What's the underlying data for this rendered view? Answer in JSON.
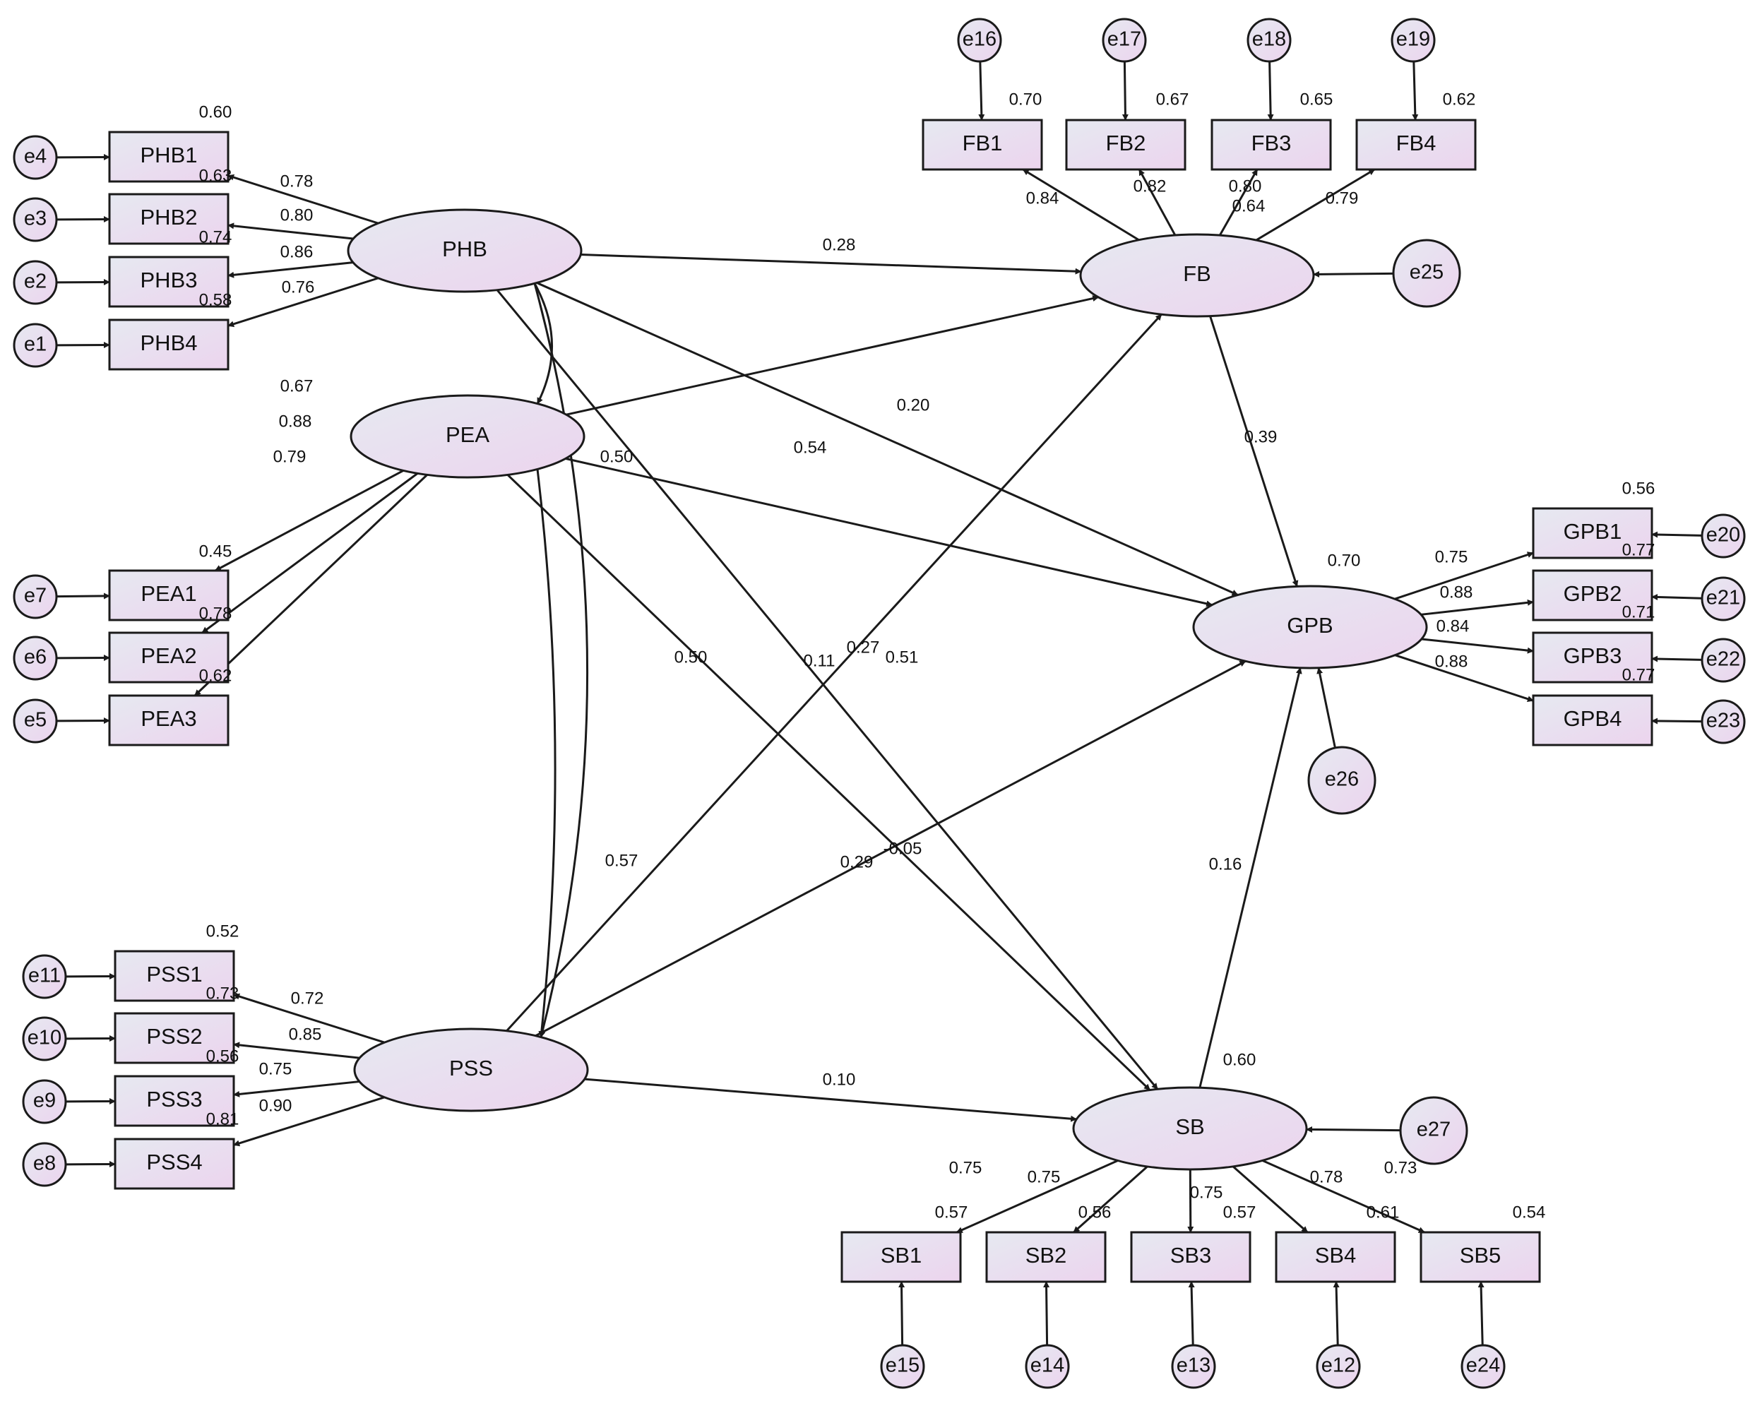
{
  "colors": {
    "ellipse_fill_a": "#e6e9f1",
    "ellipse_fill_b": "#ecd4ee",
    "stroke": "#1a1a1a",
    "background": "#ffffff"
  },
  "latents": [
    {
      "id": "PHB",
      "label": "PHB"
    },
    {
      "id": "PEA",
      "label": "PEA"
    },
    {
      "id": "PSS",
      "label": "PSS"
    },
    {
      "id": "FB",
      "label": "FB"
    },
    {
      "id": "GPB",
      "label": "GPB"
    },
    {
      "id": "SB",
      "label": "SB"
    }
  ],
  "indicators": [
    {
      "id": "PHB1",
      "label": "PHB1",
      "latent": "PHB",
      "error": "e4",
      "loading": "0.78",
      "r2": "0.60"
    },
    {
      "id": "PHB2",
      "label": "PHB2",
      "latent": "PHB",
      "error": "e3",
      "loading": "0.80",
      "r2": "0.63"
    },
    {
      "id": "PHB3",
      "label": "PHB3",
      "latent": "PHB",
      "error": "e2",
      "loading": "0.86",
      "r2": "0.74"
    },
    {
      "id": "PHB4",
      "label": "PHB4",
      "latent": "PHB",
      "error": "e1",
      "loading": "0.76",
      "r2": "0.58"
    },
    {
      "id": "PEA1",
      "label": "PEA1",
      "latent": "PEA",
      "error": "e7",
      "loading": "0.67",
      "r2": "0.45"
    },
    {
      "id": "PEA2",
      "label": "PEA2",
      "latent": "PEA",
      "error": "e6",
      "loading": "0.88",
      "r2": "0.78"
    },
    {
      "id": "PEA3",
      "label": "PEA3",
      "latent": "PEA",
      "error": "e5",
      "loading": "0.79",
      "r2": "0.62"
    },
    {
      "id": "PSS1",
      "label": "PSS1",
      "latent": "PSS",
      "error": "e11",
      "loading": "0.72",
      "r2": "0.52"
    },
    {
      "id": "PSS2",
      "label": "PSS2",
      "latent": "PSS",
      "error": "e10",
      "loading": "0.85",
      "r2": "0.73"
    },
    {
      "id": "PSS3",
      "label": "PSS3",
      "latent": "PSS",
      "error": "e9",
      "loading": "0.75",
      "r2": "0.56"
    },
    {
      "id": "PSS4",
      "label": "PSS4",
      "latent": "PSS",
      "error": "e8",
      "loading": "0.90",
      "r2": "0.81"
    },
    {
      "id": "FB1",
      "label": "FB1",
      "latent": "FB",
      "error": "e16",
      "loading": "0.84",
      "r2": "0.70"
    },
    {
      "id": "FB2",
      "label": "FB2",
      "latent": "FB",
      "error": "e17",
      "loading": "0.82",
      "r2": "0.67"
    },
    {
      "id": "FB3",
      "label": "FB3",
      "latent": "FB",
      "error": "e18",
      "loading": "0.80",
      "r2": "0.65"
    },
    {
      "id": "FB4",
      "label": "FB4",
      "latent": "FB",
      "error": "e19",
      "loading": "0.79",
      "r2": "0.62"
    },
    {
      "id": "GPB1",
      "label": "GPB1",
      "latent": "GPB",
      "error": "e20",
      "loading": "0.75",
      "r2": "0.56"
    },
    {
      "id": "GPB2",
      "label": "GPB2",
      "latent": "GPB",
      "error": "e21",
      "loading": "0.88",
      "r2": "0.77"
    },
    {
      "id": "GPB3",
      "label": "GPB3",
      "latent": "GPB",
      "error": "e22",
      "loading": "0.84",
      "r2": "0.71"
    },
    {
      "id": "GPB4",
      "label": "GPB4",
      "latent": "GPB",
      "error": "e23",
      "loading": "0.88",
      "r2": "0.77"
    },
    {
      "id": "SB1",
      "label": "SB1",
      "latent": "SB",
      "error": "e15",
      "loading": "0.75",
      "r2": "0.57"
    },
    {
      "id": "SB2",
      "label": "SB2",
      "latent": "SB",
      "error": "e14",
      "loading": "0.75",
      "r2": "0.56"
    },
    {
      "id": "SB3",
      "label": "SB3",
      "latent": "SB",
      "error": "e13",
      "loading": "0.75",
      "r2": "0.57"
    },
    {
      "id": "SB4",
      "label": "SB4",
      "latent": "SB",
      "error": "e12",
      "loading": "0.78",
      "r2": "0.61"
    },
    {
      "id": "SB5",
      "label": "SB5",
      "latent": "SB",
      "error": "e24",
      "loading": "0.73",
      "r2": "0.54"
    }
  ],
  "disturbances": [
    {
      "id": "e25",
      "label": "e25",
      "target": "FB"
    },
    {
      "id": "e26",
      "label": "e26",
      "target": "GPB"
    },
    {
      "id": "e27",
      "label": "e27",
      "target": "SB"
    }
  ],
  "r2_latent": [
    {
      "target": "GPB",
      "value": "0.70"
    },
    {
      "target": "SB",
      "value": "0.60"
    },
    {
      "target": "FB",
      "value": "0.64"
    }
  ],
  "paths": [
    {
      "from": "PHB",
      "to": "FB",
      "value": "0.28"
    },
    {
      "from": "PHB",
      "to": "GPB",
      "value": "0.20"
    },
    {
      "from": "PHB",
      "to": "SB",
      "value": "0.51"
    },
    {
      "from": "PEA",
      "to": "FB",
      "value": "0.54"
    },
    {
      "from": "PEA",
      "to": "GPB",
      "value": "0.27"
    },
    {
      "from": "PEA",
      "to": "SB",
      "value": "0.29"
    },
    {
      "from": "PSS",
      "to": "FB",
      "value": "0.11"
    },
    {
      "from": "PSS",
      "to": "GPB",
      "value": "-0.05"
    },
    {
      "from": "PSS",
      "to": "SB",
      "value": "0.10"
    },
    {
      "from": "FB",
      "to": "GPB",
      "value": "0.39"
    },
    {
      "from": "SB",
      "to": "GPB",
      "value": "0.16"
    }
  ],
  "covariances": [
    {
      "a": "PHB",
      "b": "PEA",
      "value": "0.50"
    },
    {
      "a": "PHB",
      "b": "PSS",
      "value": "0.50"
    },
    {
      "a": "PEA",
      "b": "PSS",
      "value": "0.57"
    }
  ]
}
